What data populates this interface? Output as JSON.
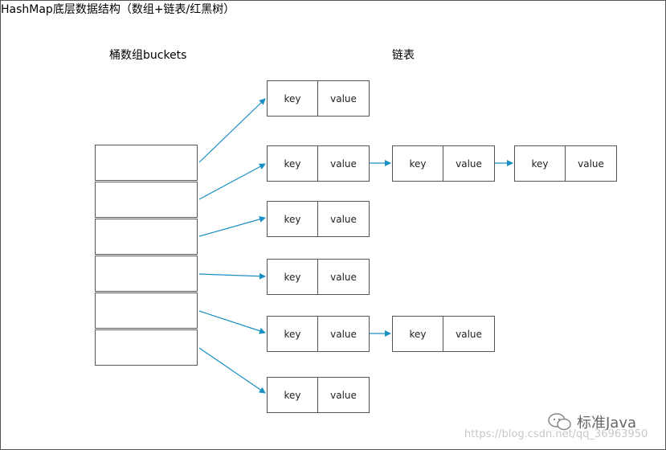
{
  "diagram": {
    "title": "HashMap底层数据结构（数组+链表/红黑树）",
    "bucket_array_label": "桶数组buckets",
    "linked_list_label": "链表",
    "nodes": [
      {
        "key": "key",
        "value": "value"
      },
      {
        "key": "key",
        "value": "value"
      },
      {
        "key": "key",
        "value": "value"
      },
      {
        "key": "key",
        "value": "value"
      },
      {
        "key": "key",
        "value": "value"
      },
      {
        "key": "key",
        "value": "value"
      },
      {
        "key": "key",
        "value": "value"
      },
      {
        "key": "key",
        "value": "value"
      },
      {
        "key": "key",
        "value": "value"
      }
    ],
    "arrow_color": "#1a8fc4",
    "border_color": "#555555"
  },
  "watermark": {
    "brand": "标准Java",
    "url": "https://blog.csdn.net/qq_36963950"
  }
}
